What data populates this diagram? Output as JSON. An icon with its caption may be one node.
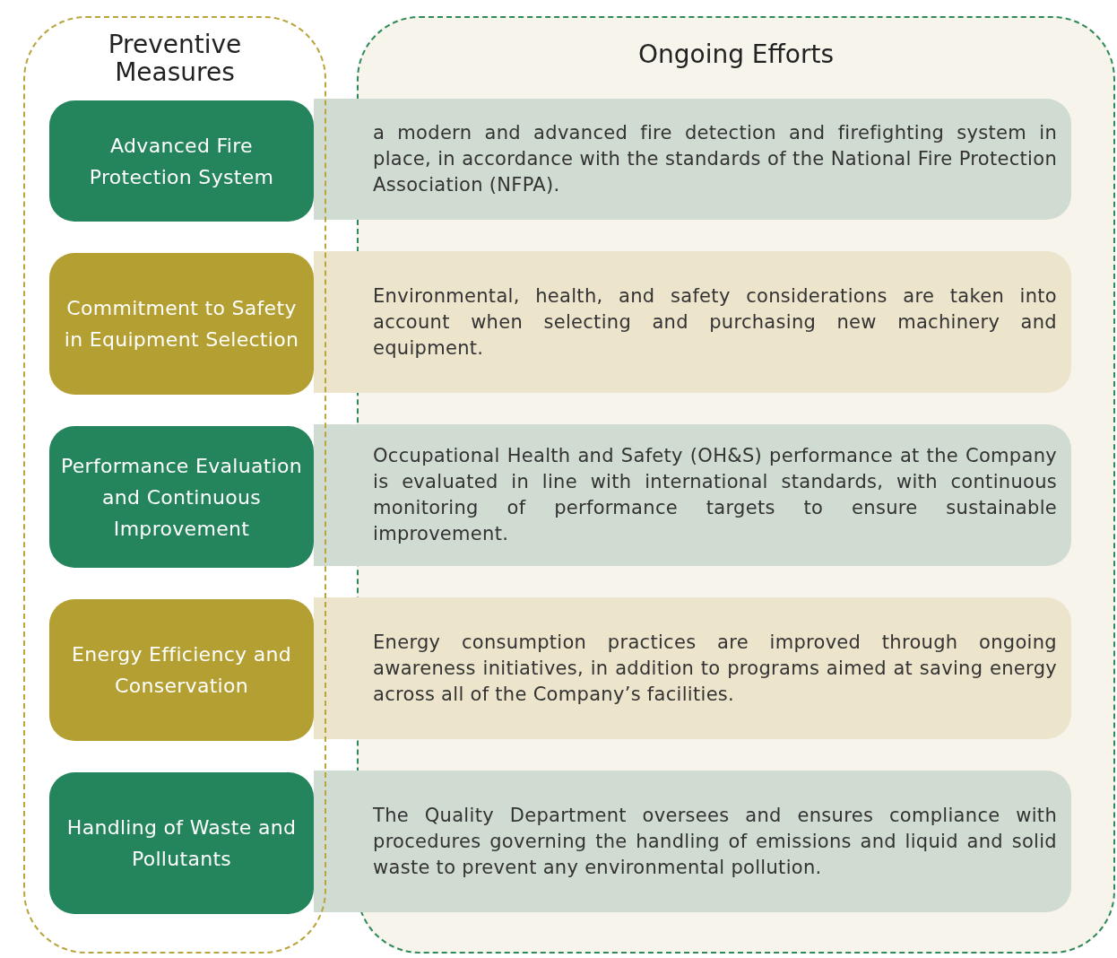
{
  "diagram": {
    "nodes": [
      {
        "text": [
          "Preventive Measures"
        ]
      },
      {
        "text": [
          "Ongoing Efforts"
        ]
      },
      {
        "text": [
          "Advanced Fire Protection System"
        ],
        "in": 0
      },
      {
        "text": [
          "a modern and advanced fire detection and firefighting system in place, in accordance with the standards of the National Fire Protection Association (NFPA)."
        ]
      },
      {
        "text": [
          "Commitment to Safety in Equipment Selection"
        ],
        "in": 0
      },
      {
        "text": [
          "Environmental, health, and safety considerations are taken into account when selecting and purchasing new machinery and equipment."
        ]
      },
      {
        "text": [
          "Performance Evaluation and Continuous Improvement"
        ],
        "in": 0
      },
      {
        "text": [
          "Occupational Health and Safety (OH&S) performance at the Company is evaluated in line with international standards, with continuous monitoring of performance targets to ensure sustainable improvement."
        ]
      },
      {
        "text": [
          "Energy Efficiency and Conservation"
        ],
        "in": 0
      },
      {
        "text": [
          "Energy consumption practices are improved through ongoing awareness initiatives, in addition to programs aimed at saving energy across all of the Company’s facilities."
        ]
      },
      {
        "text": [
          "Handling of Waste and Pollutants"
        ],
        "in": 0
      },
      {
        "text": [
          "The Quality Department oversees and ensures compliance with procedures governing the handling of emissions and liquid and solid waste to prevent any environmental pollution."
        ]
      }
    ],
    "edges": []
  }
}
